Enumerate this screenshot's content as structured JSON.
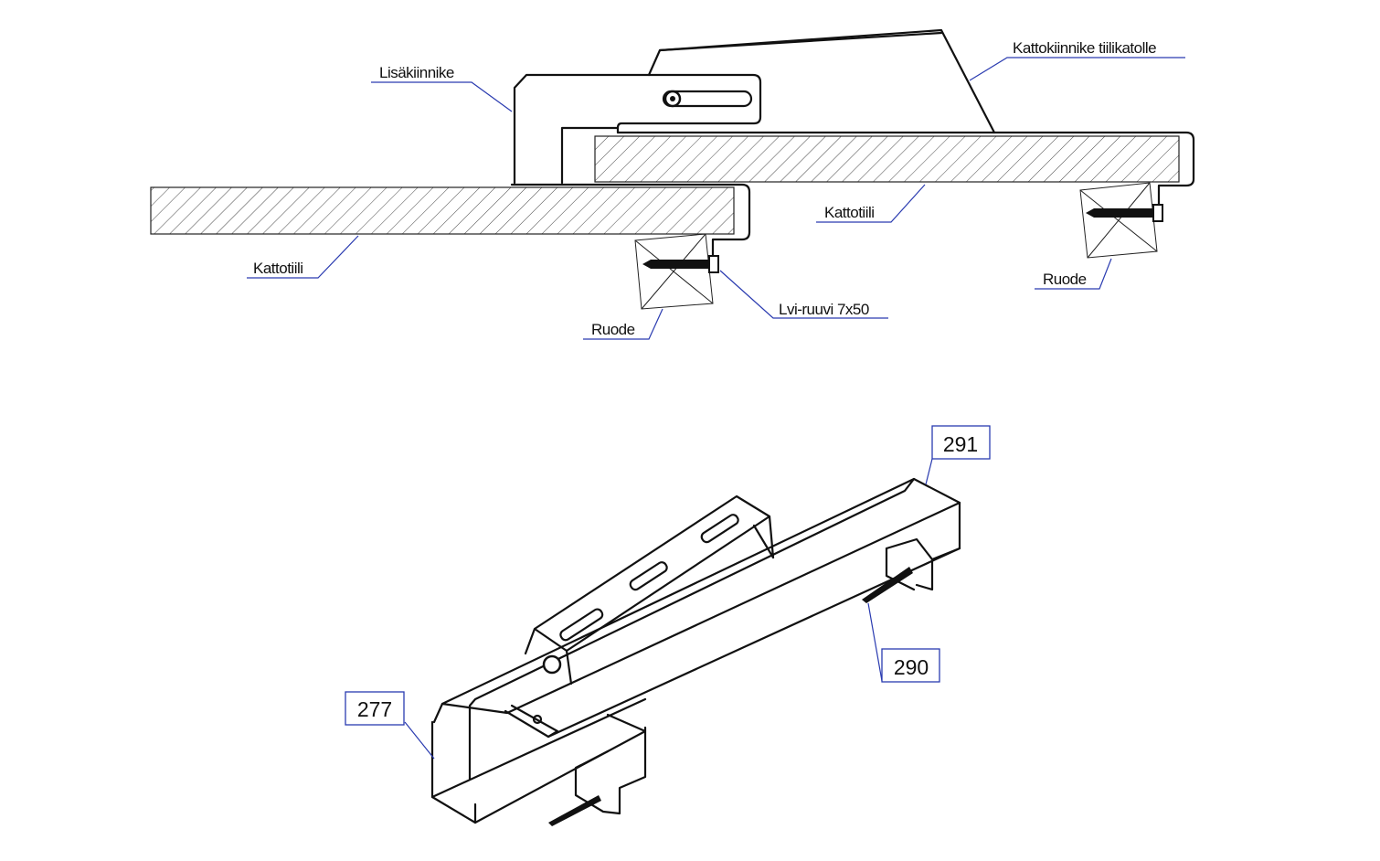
{
  "side_view": {
    "labels": {
      "lisakiinnike": "Lisäkiinnike",
      "kattokiinnike": "Kattokiinnike tiilikatolle",
      "kattotiili_upper": "Kattotiili",
      "kattotiili_lower": "Kattotiili",
      "ruode_left": "Ruode",
      "ruode_right": "Ruode",
      "screw": "Lvi-ruuvi 7x50"
    }
  },
  "iso_view": {
    "callouts": [
      "277",
      "291",
      "290"
    ]
  },
  "colors": {
    "leader": "#2a3bb0",
    "line": "#111111"
  }
}
